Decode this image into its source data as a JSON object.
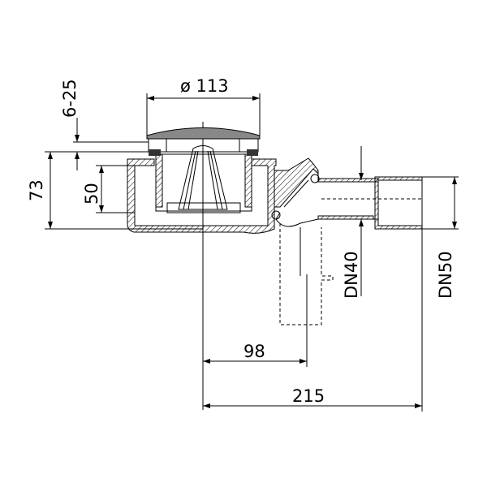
{
  "drawing": {
    "dimensions": {
      "diameter": "ø 113",
      "adjust_height": "6-25",
      "total_height": "73",
      "water_seal": "50",
      "outlet_offset": "98",
      "total_length": "215",
      "pipe_small": "DN40",
      "pipe_large": "DN50"
    }
  }
}
